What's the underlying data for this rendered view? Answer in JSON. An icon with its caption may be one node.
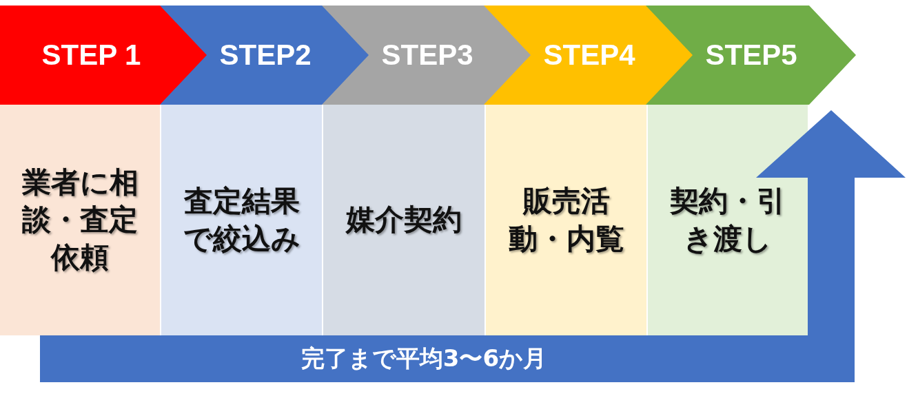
{
  "diagram": {
    "nodes": [
      {
        "text": [
          "STEP 1"
        ]
      },
      {
        "text": [
          "STEP2"
        ]
      },
      {
        "text": [
          "STEP3"
        ]
      },
      {
        "text": [
          "STEP4"
        ]
      },
      {
        "text": [
          "STEP5"
        ]
      },
      {
        "text": [
          "業者に相談・査定依頼"
        ]
      },
      {
        "text": [
          "査定結果で絞込み"
        ]
      },
      {
        "text": [
          "媒介契約"
        ]
      },
      {
        "text": [
          "販売活動・内覧"
        ]
      },
      {
        "text": [
          "契約・引き渡し"
        ]
      },
      {
        "text": [
          "完了まで平均3〜6か月"
        ]
      }
    ]
  }
}
